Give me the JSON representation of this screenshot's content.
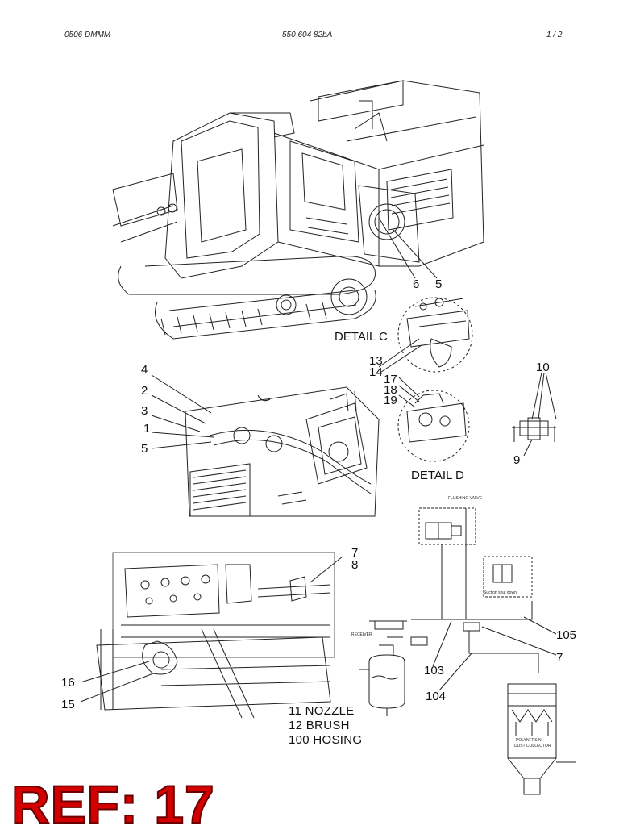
{
  "header": {
    "left": "0506 DMMM",
    "center": "550 604 82bA",
    "right": "1 /   2"
  },
  "callouts": {
    "c6": "6",
    "c5top": "5",
    "c13": "13",
    "c14": "14",
    "c17": "17",
    "c18": "18",
    "c19": "19",
    "c10": "10",
    "c9": "9",
    "c4": "4",
    "c2": "2",
    "c3": "3",
    "c1": "1",
    "c5mid": "5",
    "c7a": "7",
    "c8": "8",
    "c105": "105",
    "c7b": "7",
    "c103": "103",
    "c104": "104",
    "c16": "16",
    "c15": "15"
  },
  "details": {
    "detail_c": "DETAIL C",
    "detail_d": "DETAIL D"
  },
  "schematic": {
    "flushing_valve": "FLUSHING VALVE",
    "suction_shut_down": "Suction shut down",
    "receiver": "RECEIVER",
    "dust_collector_line1": "POLYNFRSIN",
    "dust_collector_line2": "DUST COLLECTOR"
  },
  "legend": [
    "11  NOZZLE",
    "12  BRUSH",
    "100  HOSING"
  ],
  "ref_stamp": "REF: 17",
  "colors": {
    "line": "#222222",
    "ref_red": "#d40000"
  }
}
